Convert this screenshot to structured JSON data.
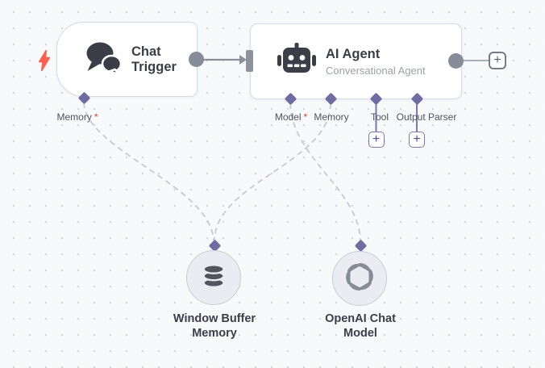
{
  "colors": {
    "background": "#f8f9fb",
    "grid_dot": "#d6d9e3",
    "node_border": "#d5d9e2",
    "connector_diamond": "#6f6ca2",
    "connector_gray": "#868d98",
    "dashed_line": "#c5c9d4",
    "purple_line": "#7b78ae",
    "required_red": "#e0392f",
    "trigger_bolt_red": "#ff6150",
    "title_text": "#3b3e49",
    "subtitle_text": "#9ba0a9",
    "port_label_text": "#4e5360"
  },
  "glyphs": {
    "plus": "+"
  },
  "chat_trigger_node": {
    "title": "Chat Trigger",
    "ports": [
      {
        "label": "Memory",
        "required": "*"
      }
    ]
  },
  "ai_agent_node": {
    "title": "AI Agent",
    "subtitle": "Conversational Agent",
    "ports": [
      {
        "label": "Model",
        "required": "*"
      },
      {
        "label": "Memory",
        "required": ""
      },
      {
        "label": "Tool",
        "required": ""
      },
      {
        "label": "Output Parser",
        "required": ""
      }
    ]
  },
  "memory_node": {
    "label": "Window Buffer Memory"
  },
  "model_node": {
    "label": "OpenAI Chat Model"
  },
  "connections": [
    {
      "from": "chat-trigger:main-output",
      "to": "ai-agent:main-input",
      "style": "solid-arrow"
    },
    {
      "from": "chat-trigger:memory",
      "to": "window-buffer-memory",
      "style": "dashed"
    },
    {
      "from": "ai-agent:model",
      "to": "openai-chat-model",
      "style": "dashed"
    },
    {
      "from": "ai-agent:memory",
      "to": "window-buffer-memory",
      "style": "dashed"
    }
  ]
}
